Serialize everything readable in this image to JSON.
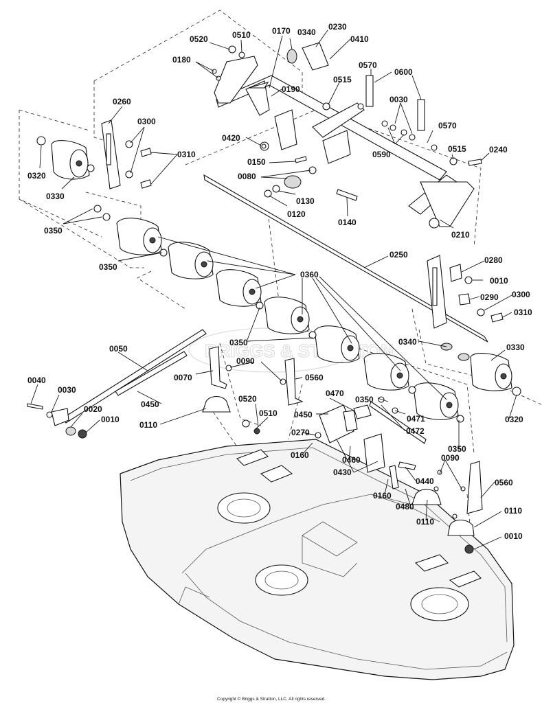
{
  "callouts": {
    "c0520a": "0520",
    "c0510a": "0510",
    "c0170": "0170",
    "c0340a": "0340",
    "c0230": "0230",
    "c0410": "0410",
    "c0180": "0180",
    "c0190": "0190",
    "c0515a": "0515",
    "c0570a": "0570",
    "c0600": "0600",
    "c0030a": "0030",
    "c0260": "0260",
    "c0300a": "0300",
    "c0420": "0420",
    "c0590": "0590",
    "c0570b": "0570",
    "c0320a": "0320",
    "c0310a": "0310",
    "c0150": "0150",
    "c0515b": "0515",
    "c0240": "0240",
    "c0080": "0080",
    "c0330a": "0330",
    "c0130": "0130",
    "c0120": "0120",
    "c0140": "0140",
    "c0210": "0210",
    "c0350a": "0350",
    "c0350b": "0350",
    "c0250": "0250",
    "c0280": "0280",
    "c0360": "0360",
    "c0010a": "0010",
    "c0290": "0290",
    "c0300b": "0300",
    "c0310b": "0310",
    "c0350c": "0350",
    "c0340b": "0340",
    "c0330b": "0330",
    "c0050": "0050",
    "c0090a": "0090",
    "c0070": "0070",
    "c0560a": "0560",
    "c0040": "0040",
    "c0030b": "0030",
    "c0450a": "0450",
    "c0350d": "0350",
    "c0020": "0020",
    "c0010b": "0010",
    "c0520b": "0520",
    "c0470": "0470",
    "c0510b": "0510",
    "c0450b": "0450",
    "c0471": "0471",
    "c0110a": "0110",
    "c0472": "0472",
    "c0320b": "0320",
    "c0270": "0270",
    "c0350e": "0350",
    "c0160a": "0160",
    "c0460": "0460",
    "c0430": "0430",
    "c0440": "0440",
    "c0090b": "0090",
    "c0560b": "0560",
    "c0160b": "0160",
    "c0480": "0480",
    "c0110b": "0110",
    "c0110c": "0110",
    "c0010c": "0010"
  },
  "watermark": "BRIGGS & STRATTON",
  "copyright": "Copyright © Briggs & Stratton, LLC. All rights reserved."
}
